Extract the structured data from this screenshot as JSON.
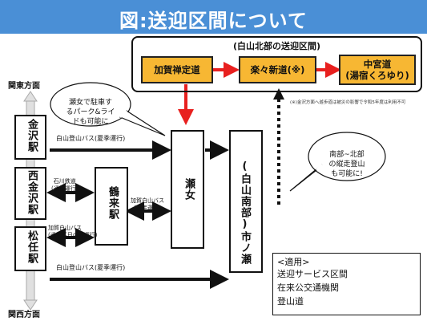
{
  "title": "図:送迎区間について",
  "north_group": {
    "title": "(白山北部の送迎区間)",
    "stops": [
      "加賀禅定道",
      "楽々新道(※)",
      "中宮道\n(湯宿くろゆり)"
    ],
    "note": "(※)金沢方面へ遊歩道は被災の影響で令和5年度は利用不可"
  },
  "directions": {
    "kanto": "関東方面",
    "kansai": "関西方面"
  },
  "stations": {
    "kanazawa": "金沢駅",
    "nishikanazawa": "西金沢駅",
    "matto": "松任駅",
    "tsurugi": "鶴来駅"
  },
  "hubs": {
    "senami": "瀬女",
    "ichinose": "(白山南部)市ノ瀬"
  },
  "routes": {
    "bus_summer_top": "白山登山バス(夏季運行)",
    "bus_summer_bottom": "白山登山バス(夏季運行)",
    "ishikawa_rail": "石川鉄道\n(通年運行)",
    "kaga_bus_left": "加賀白山バス\n(通年平日のみ運行)",
    "kaga_bus_right": "加賀白山バス\n(通年運行)"
  },
  "bubbles": {
    "left": "瀬女で駐車す\nるパーク&ライ\nドも可能に",
    "right": "南部~北部\nの縦走登山\nも可能に!"
  },
  "legend": {
    "title": "<適用>",
    "items": [
      {
        "label": "送迎サービス区間",
        "color": "#e8201f",
        "style": "solid"
      },
      {
        "label": "在来公交通機関",
        "color": "#111111",
        "style": "solid"
      },
      {
        "label": "登山道",
        "color": "#111111",
        "style": "dotted"
      }
    ]
  },
  "colors": {
    "header": "#4a8fd6",
    "stop_fill": "#f7b733",
    "service_line": "#e8201f"
  }
}
